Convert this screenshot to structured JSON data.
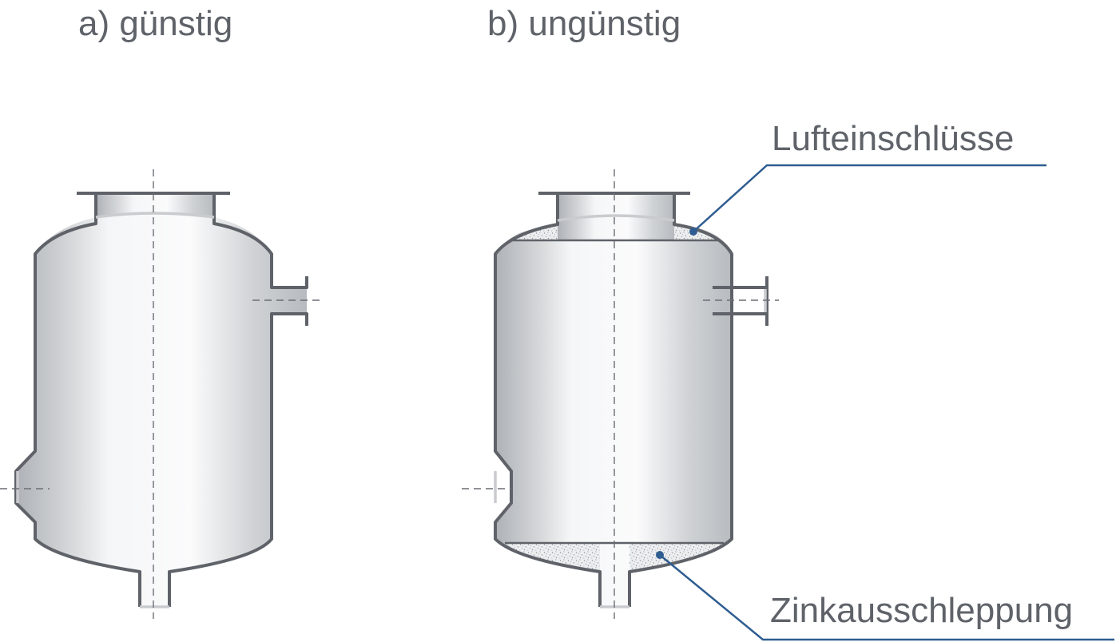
{
  "panel_a": {
    "title": "a) günstig"
  },
  "panel_b": {
    "title": "b) ungünstig"
  },
  "callouts": {
    "air_pockets": "Lufteinschlüsse",
    "zinc_dragout": "Zinkausschleppung"
  },
  "colors": {
    "outline": "#5f6369",
    "leader": "#2f5d91",
    "speckle": "#9a9ea3"
  }
}
